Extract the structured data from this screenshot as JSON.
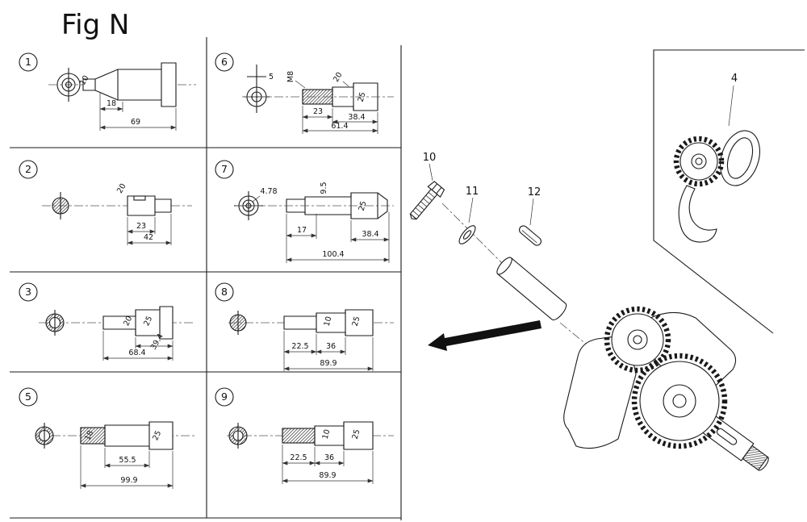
{
  "title": "Fig N",
  "cells": [
    {
      "num": "1",
      "dims": [
        "10",
        "18",
        "69"
      ]
    },
    {
      "num": "2",
      "dims": [
        "20",
        "23",
        "42"
      ]
    },
    {
      "num": "3",
      "dims": [
        "20",
        "25",
        "39.4",
        "68.4"
      ]
    },
    {
      "num": "5",
      "dims": [
        "18",
        "25",
        "55.5",
        "99.9"
      ]
    },
    {
      "num": "6",
      "dims": [
        "5",
        "M8",
        "20",
        "25",
        "23",
        "38.4",
        "61.4"
      ]
    },
    {
      "num": "7",
      "dims": [
        "4.78",
        "9.5",
        "25",
        "17",
        "38.4",
        "100.4"
      ]
    },
    {
      "num": "8",
      "dims": [
        "10",
        "25",
        "22.5",
        "36",
        "89.9"
      ]
    },
    {
      "num": "9",
      "dims": [
        "10",
        "25",
        "22.5",
        "36",
        "89.9"
      ]
    }
  ],
  "parts": [
    {
      "num": "4"
    },
    {
      "num": "10"
    },
    {
      "num": "11"
    },
    {
      "num": "12"
    }
  ],
  "colors": {
    "line": "#1a1a1a",
    "background": "#ffffff",
    "arrow": "#111111"
  }
}
